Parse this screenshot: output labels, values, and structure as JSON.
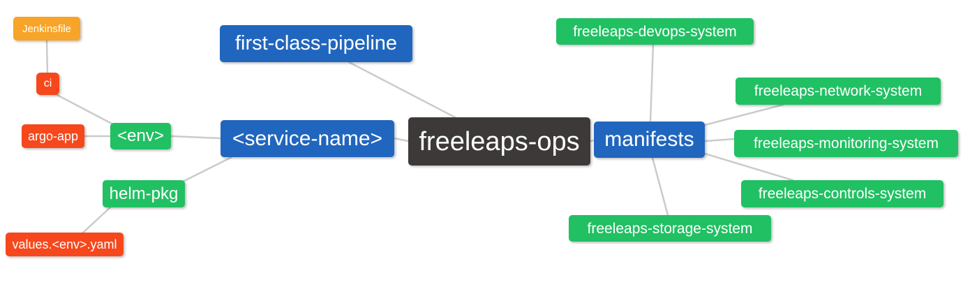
{
  "diagram": {
    "type": "mindmap",
    "root": "freeleaps-ops"
  },
  "palette": {
    "blue": "#2166be",
    "green": "#21c063",
    "orange": "#f7a428",
    "red": "#f6481c",
    "dark": "#3c3938",
    "connector": "#cbcbcb",
    "text": "#ffffff",
    "background": "#ffffff"
  },
  "nodes": {
    "jenkinsfile": {
      "label": "Jenkinsfile",
      "color": "orange"
    },
    "ci": {
      "label": "ci",
      "color": "red"
    },
    "argo_app": {
      "label": "argo-app",
      "color": "red"
    },
    "env": {
      "label": "<env>",
      "color": "green"
    },
    "helm_pkg": {
      "label": "helm-pkg",
      "color": "green"
    },
    "values_env_yaml": {
      "label": "values.<env>.yaml",
      "color": "red"
    },
    "first_class_pipeline": {
      "label": "first-class-pipeline",
      "color": "blue"
    },
    "service_name": {
      "label": "<service-name>",
      "color": "blue"
    },
    "freeleaps_ops": {
      "label": "freeleaps-ops",
      "color": "dark"
    },
    "manifests": {
      "label": "manifests",
      "color": "blue"
    },
    "devops_system": {
      "label": "freeleaps-devops-system",
      "color": "green"
    },
    "network_system": {
      "label": "freeleaps-network-system",
      "color": "green"
    },
    "monitoring_system": {
      "label": "freeleaps-monitoring-system",
      "color": "green"
    },
    "controls_system": {
      "label": "freeleaps-controls-system",
      "color": "green"
    },
    "storage_system": {
      "label": "freeleaps-storage-system",
      "color": "green"
    }
  },
  "edges": [
    {
      "from": "Jenkinsfile",
      "to": "ci"
    },
    {
      "from": "ci",
      "to": "<env>"
    },
    {
      "from": "argo-app",
      "to": "<env>"
    },
    {
      "from": "<env>",
      "to": "<service-name>"
    },
    {
      "from": "helm-pkg",
      "to": "<service-name>"
    },
    {
      "from": "values.<env>.yaml",
      "to": "helm-pkg"
    },
    {
      "from": "<service-name>",
      "to": "freeleaps-ops"
    },
    {
      "from": "first-class-pipeline",
      "to": "freeleaps-ops"
    },
    {
      "from": "freeleaps-ops",
      "to": "manifests"
    },
    {
      "from": "manifests",
      "to": "freeleaps-devops-system"
    },
    {
      "from": "manifests",
      "to": "freeleaps-network-system"
    },
    {
      "from": "manifests",
      "to": "freeleaps-monitoring-system"
    },
    {
      "from": "manifests",
      "to": "freeleaps-controls-system"
    },
    {
      "from": "manifests",
      "to": "freeleaps-storage-system"
    }
  ]
}
